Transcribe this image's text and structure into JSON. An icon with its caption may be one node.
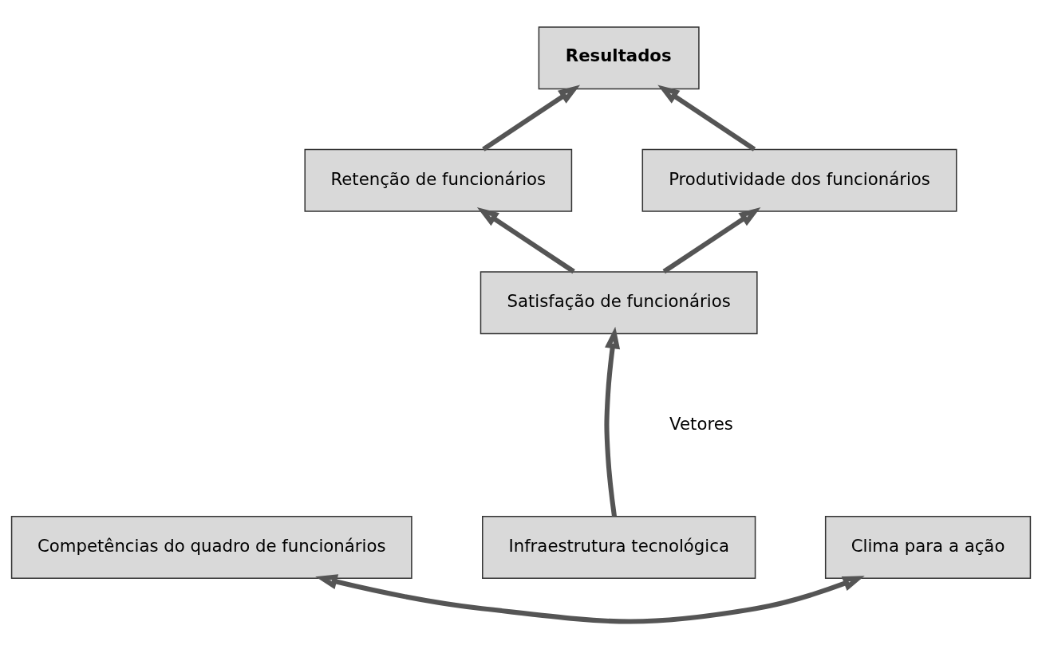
{
  "diagram": {
    "nodes": [
      {
        "text": [
          "Resultados"
        ]
      },
      {
        "text": [
          "Retenção de funcionários"
        ]
      },
      {
        "text": [
          "Produtividade dos funcionários"
        ]
      },
      {
        "text": [
          "Satisfação de funcionários"
        ]
      },
      {
        "text": [
          "Competências do quadro de funcionários"
        ]
      },
      {
        "text": [
          "Infraestrutura tecnológica"
        ]
      },
      {
        "text": [
          "Clima para a ação"
        ]
      }
    ],
    "edges": [
      {
        "from": 3,
        "to": 1,
        "arrow": "to"
      },
      {
        "from": 1,
        "to": 0,
        "arrow": "to"
      },
      {
        "from": 3,
        "to": 2,
        "arrow": "to"
      },
      {
        "from": 2,
        "to": 0,
        "arrow": "to"
      },
      {
        "from": 5,
        "to": 3,
        "arrow": "to"
      },
      {
        "from": 4,
        "to": 6,
        "arrow": "both"
      }
    ],
    "labels": [
      "Vetores"
    ]
  }
}
